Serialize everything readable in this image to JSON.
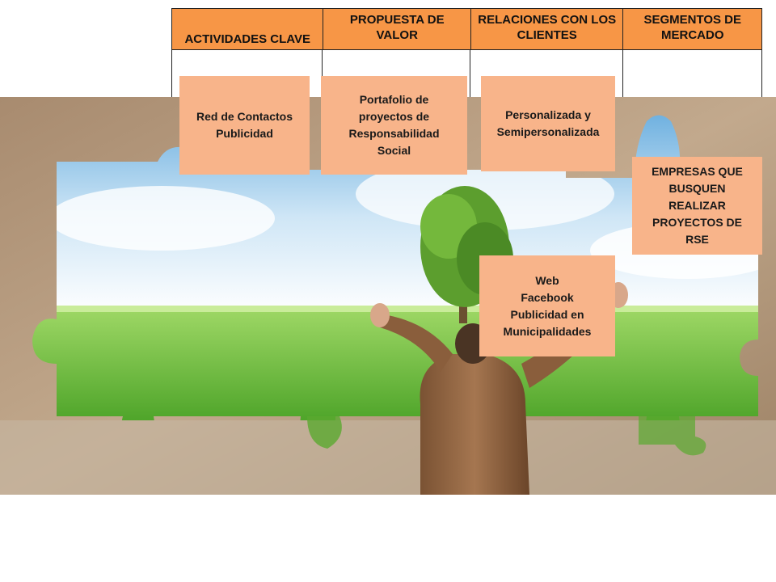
{
  "header": {
    "col1": "ACTIVIDADES CLAVE",
    "col2": "PROPUESTA DE VALOR",
    "col3": "RELACIONES CON LOS CLIENTES",
    "col4": "SEGMENTOS DE MERCADO"
  },
  "boxes": {
    "actividades": "Red de Contactos\nPublicidad",
    "propuesta": "Portafolio de\nproyectos de\nResponsabilidad\nSocial",
    "relaciones": "Personalizada y\nSemipersonalizada",
    "segmentos": "EMPRESAS QUE\nBUSQUEN\nREALIZAR\nPROYECTOS DE\nRSE",
    "canales": "Web\nFacebook\nPublicidad en\nMunicipalidades"
  },
  "colors": {
    "header": "#f79646",
    "box": "#f8b48a",
    "wall": "#b59a7e",
    "sky": "#8fc3e6",
    "grass": "#6cc23a"
  }
}
